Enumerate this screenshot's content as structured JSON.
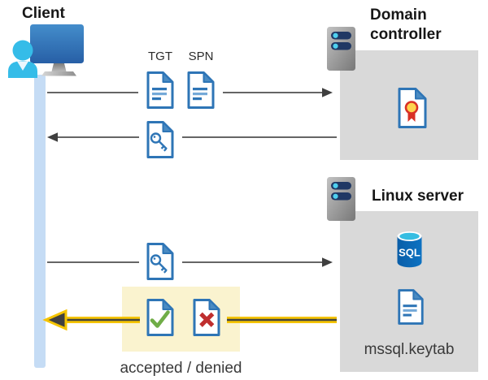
{
  "labels": {
    "client": "Client",
    "domain_controller": "Domain controller",
    "linux_server": "Linux server",
    "tgt": "TGT",
    "spn": "SPN",
    "mssql_keytab": "mssql.keytab",
    "accepted_denied": "accepted / denied",
    "sql_badge": "SQL"
  },
  "icons": [
    "client-user-monitor-icon",
    "server-icon (domain controller)",
    "server-icon (linux)",
    "document-icon (TGT)",
    "document-icon (SPN)",
    "key-document-icon (ticket from domain controller)",
    "key-document-icon (ticket to linux server)",
    "certificate-document-icon",
    "sql-database-icon",
    "document-icon (mssql.keytab)",
    "check-document-icon (accepted)",
    "x-document-icon (denied)"
  ],
  "colors": {
    "doc_blue": "#2e75b6",
    "doc_fold_blue": "#4a8bc2",
    "doc_line_light_blue": "#74a9d8",
    "accept_green": "#70ad47",
    "deny_red": "#bf2e2e",
    "highlight_yellow": "#f5c400",
    "highlight_box_yellow": "#faf3cf",
    "timeline_blue": "#c5dcf5",
    "panel_gray": "#d9d9d9",
    "arrow_gray": "#4f4f4f",
    "server_pill_navy": "#203864",
    "server_dot_cyan": "#4fd1f0",
    "sql_body_blue": "#0a63b0",
    "sql_top_cyan": "#35bde2",
    "person_cyan": "#35bce8",
    "cert_seal_gold": "#ffd34d",
    "cert_ribbon_red": "#d93025"
  }
}
